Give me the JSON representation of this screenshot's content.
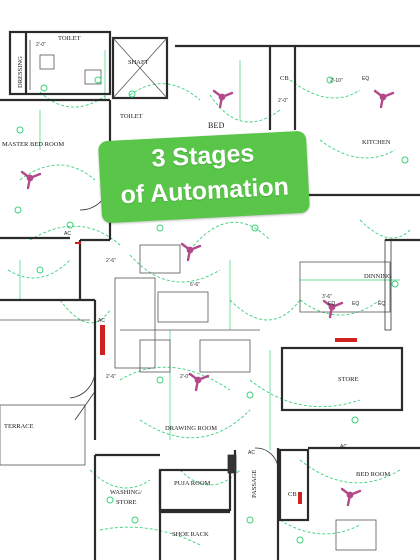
{
  "banner": {
    "line1": "3 Stages",
    "line2": "of Automation",
    "bg_color": "#59c64a",
    "text_color": "#ffffff"
  },
  "rooms": {
    "toilet_top": "TOILET",
    "shaft": "SHAFT",
    "dressing": "DRESSING",
    "toilet_mid": "TOILET",
    "bed_partial": "BED",
    "cb_top": "CB",
    "kitchen": "KITCHEN",
    "master_bed": "MASTER BED ROOM",
    "dinning": "DINNING",
    "store": "STORE",
    "terrace": "TERRACE",
    "drawing": "DRAWING ROOM",
    "washing_1": "WASHING/",
    "washing_2": "STORE",
    "puja": "PUJA ROOM",
    "passage": "PASSAGE",
    "cb_bottom": "CB",
    "bed_room": "BED ROOM",
    "shoe_rack": "SHOE RACK"
  },
  "annotations": {
    "ac": "AC",
    "eq": "EQ",
    "dim_a": "2'-0\"",
    "dim_b": "2'-10\"",
    "dim_c": "3'-6\"",
    "dim_d": "6'-6\"",
    "dim_e": "2'-6\""
  },
  "colors": {
    "wall": "#2b2b2b",
    "wiring": "#39d27a",
    "fan": "#b24a8a",
    "switchboard": "#d02020"
  }
}
